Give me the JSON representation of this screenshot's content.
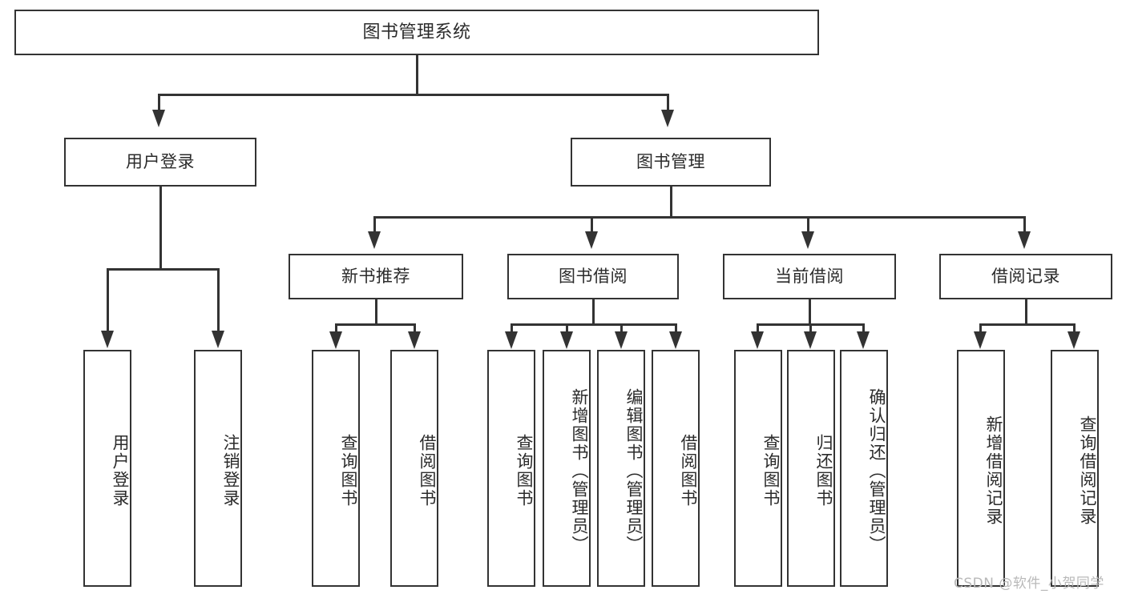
{
  "diagram": {
    "title": "图书管理系统",
    "type": "hierarchy-tree",
    "orientation": "top-down",
    "colors": {
      "background": "#ffffff",
      "border": "#333333",
      "text": "#2b2b2b",
      "watermark": "#b9b9b9"
    },
    "nodes": {
      "root": {
        "label": "图书管理系统"
      },
      "level1": [
        {
          "label": "用户登录"
        },
        {
          "label": "图书管理"
        }
      ],
      "level2": [
        {
          "label": "新书推荐"
        },
        {
          "label": "图书借阅"
        },
        {
          "label": "当前借阅"
        },
        {
          "label": "借阅记录"
        }
      ],
      "leaves": {
        "user_login": [
          {
            "label": "用户登录"
          },
          {
            "label": "注销登录"
          }
        ],
        "new_book_recommend": [
          {
            "label": "查询图书"
          },
          {
            "label": "借阅图书"
          }
        ],
        "book_borrow": [
          {
            "label": "查询图书"
          },
          {
            "label": "新增图书（管理员）"
          },
          {
            "label": "编辑图书（管理员）"
          },
          {
            "label": "借阅图书"
          }
        ],
        "current_borrow": [
          {
            "label": "查询图书"
          },
          {
            "label": "归还图书"
          },
          {
            "label": "确认归还（管理员）"
          }
        ],
        "borrow_record": [
          {
            "label": "新增借阅记录"
          },
          {
            "label": "查询借阅记录"
          }
        ]
      }
    },
    "watermark": "CSDN @软件_小贺同学"
  }
}
